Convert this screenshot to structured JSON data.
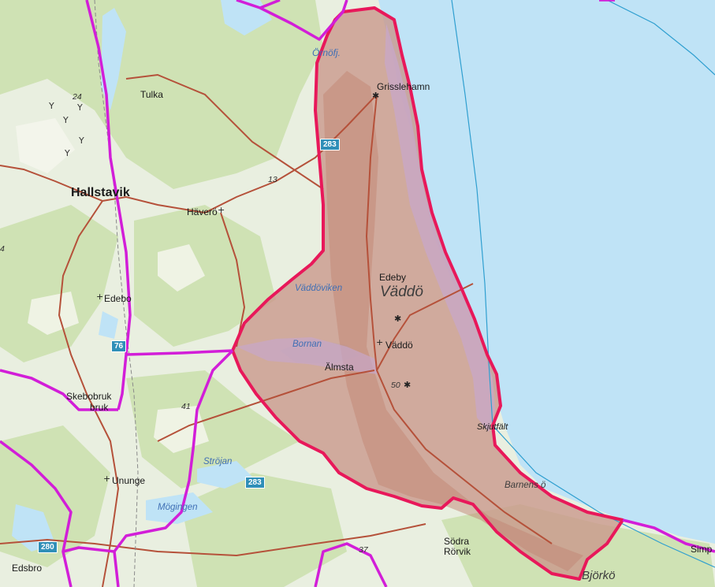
{
  "map": {
    "colors": {
      "land": "#e9efe0",
      "forest": "#cfe2b4",
      "water": "#bfe3f6",
      "highlight_area": "#c9968b",
      "area_outline": "#e8185a",
      "municipal_border": "#d21ed8",
      "road": "#b5513a",
      "shield": "#2f8fb8"
    },
    "places": {
      "grisslehamn": "Grisslehamn",
      "tulka": "Tulka",
      "hallstavik": "Hallstavik",
      "havero": "Häverö",
      "edeby": "Edeby",
      "vaddo": "Väddö",
      "vaddo_church": "Väddö",
      "almsta": "Älmsta",
      "edebo": "Edebo",
      "skebobruk1": "Skebobruk",
      "skebobruk2": "bruk",
      "skjutfalt": "Skjutfält",
      "barnens_o": "Barnens ö",
      "ununge": "Ununge",
      "sodra_rorvik1": "Södra",
      "sodra_rorvik2": "Rörvik",
      "edsbro": "Edsbro",
      "bjorko": "Björkö",
      "simp": "Simp",
      "ornofj": "Örnöfj.",
      "vaddoviken": "Väddöviken",
      "bornan": "Bornan",
      "strojan": "Ströjan",
      "mogingen": "Mögingen"
    },
    "numbers": {
      "n13": "13",
      "n24": "24",
      "n50": "50",
      "n41": "41",
      "n37": "37",
      "n4": "4"
    },
    "road_shields": {
      "r283_north": "283",
      "r283_south": "283",
      "r76": "76",
      "r280": "280"
    }
  }
}
